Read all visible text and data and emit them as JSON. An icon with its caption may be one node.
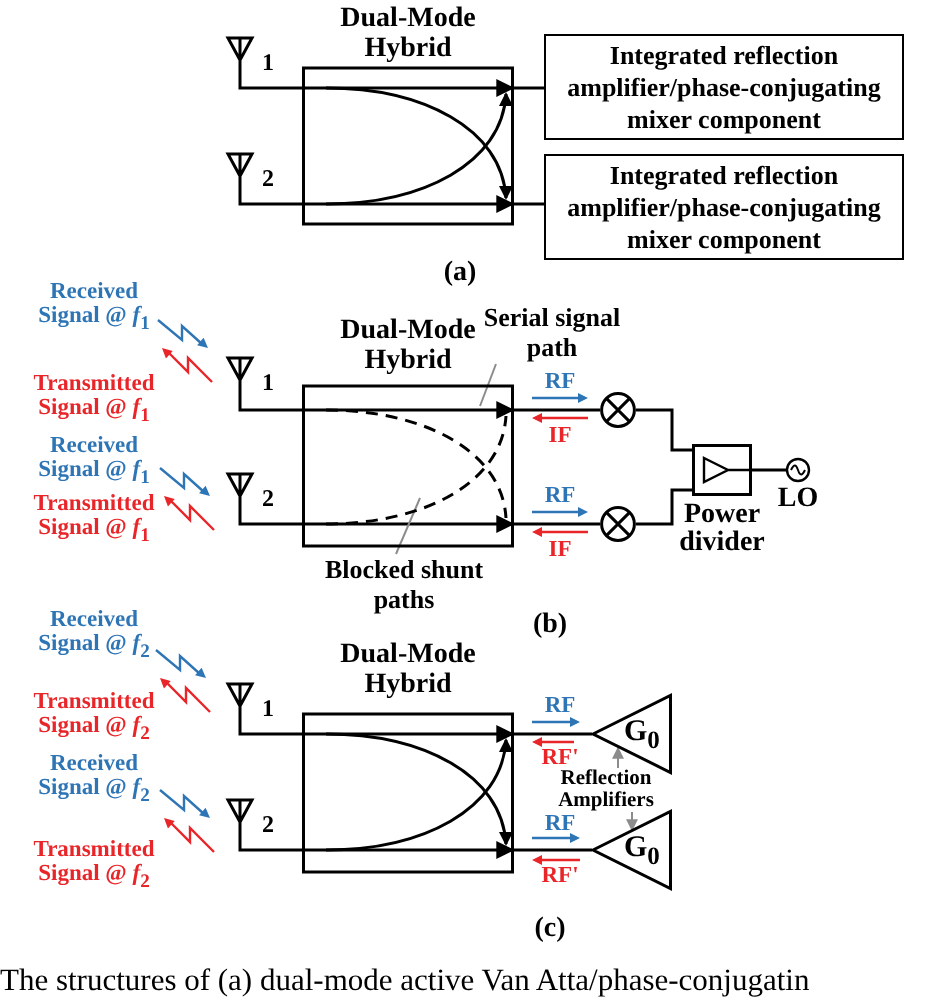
{
  "diagram": {
    "caption": "The structures of (a) dual-mode active Van Atta/phase-conjugatin",
    "nodes": [
      {
        "text": [
          "Dual-Mode Hybrid"
        ]
      },
      {
        "text": [],
        "shape": "antenna",
        "beside": [
          "1"
        ]
      },
      {
        "text": [],
        "shape": "antenna",
        "beside": [
          "2"
        ]
      },
      {
        "text": [
          "Integrated reflection amplifier/phase-conjugating mixer component"
        ]
      },
      {
        "text": [
          "Integrated reflection amplifier/phase-conjugating mixer component"
        ]
      },
      {
        "text": [
          "Dual-Mode Hybrid"
        ]
      },
      {
        "text": [],
        "shape": "antenna",
        "beside": [
          "1"
        ]
      },
      {
        "text": [],
        "shape": "antenna",
        "beside": [
          "2"
        ]
      },
      {
        "text": [],
        "shape": "circle"
      },
      {
        "text": [],
        "shape": "circle"
      },
      {
        "text": [],
        "shape": "box",
        "beside": [
          "Power divider"
        ]
      },
      {
        "text": [],
        "shape": "circle",
        "beside": [
          "LO"
        ]
      },
      {
        "text": [
          "Serial signal path"
        ]
      },
      {
        "text": [
          "Blocked shunt paths"
        ]
      },
      {
        "text": [
          "Dual-Mode Hybrid"
        ]
      },
      {
        "text": [],
        "shape": "antenna",
        "beside": [
          "1"
        ]
      },
      {
        "text": [],
        "shape": "antenna",
        "beside": [
          "2"
        ]
      },
      {
        "text": [
          "G$_{0}$"
        ]
      },
      {
        "text": [
          "G$_{0}$"
        ]
      },
      {
        "text": [
          "Reflection Amplifiers"
        ]
      }
    ],
    "edges": [
      {
        "from": 1,
        "to": 0,
        "arrow": "to"
      },
      {
        "from": 2,
        "to": 0,
        "arrow": "to"
      },
      {
        "from": 0,
        "to": 3,
        "arrow": "none"
      },
      {
        "from": 0,
        "to": 4,
        "arrow": "none"
      },
      {
        "from": 6,
        "to": 5,
        "arrow": "to"
      },
      {
        "from": 7,
        "to": 5,
        "arrow": "to"
      },
      {
        "from": 5,
        "to": 8,
        "arrow": "none"
      },
      {
        "from": 5,
        "to": 9,
        "arrow": "none"
      },
      {
        "from": 8,
        "to": 10,
        "arrow": "none"
      },
      {
        "from": 9,
        "to": 10,
        "arrow": "none"
      },
      {
        "from": 10,
        "to": 11,
        "arrow": "none"
      },
      {
        "from": 12,
        "to": 5,
        "arrow": "none",
        "color": "#8c8c8c"
      },
      {
        "from": 13,
        "to": 5,
        "arrow": "none",
        "color": "#8c8c8c"
      },
      {
        "from": 15,
        "to": 14,
        "arrow": "to"
      },
      {
        "from": 16,
        "to": 14,
        "arrow": "to"
      },
      {
        "from": 14,
        "to": 17,
        "arrow": "none"
      },
      {
        "from": 14,
        "to": 18,
        "arrow": "none"
      },
      {
        "from": 19,
        "to": 17,
        "arrow": "to",
        "color": "#8c8c8c"
      },
      {
        "from": 19,
        "to": 18,
        "arrow": "to",
        "color": "#8c8c8c"
      }
    ],
    "labels": [
      "(a)",
      "Received Signal @ *f*$_{1}$",
      "Transmitted Signal @ *f*$_{1}$",
      "RF",
      "IF",
      "Received Signal @ *f*$_{1}$",
      "Transmitted Signal @ *f*$_{1}$",
      "RF",
      "IF",
      "(b)",
      "Received Signal @ *f*$_{2}$",
      "Transmitted Signal @ *f*$_{2}$",
      "RF",
      "RF'",
      "Received Signal @ *f*$_{2}$",
      "Transmitted Signal @ *f*$_{2}$",
      "RF",
      "RF'",
      "(c)"
    ]
  }
}
